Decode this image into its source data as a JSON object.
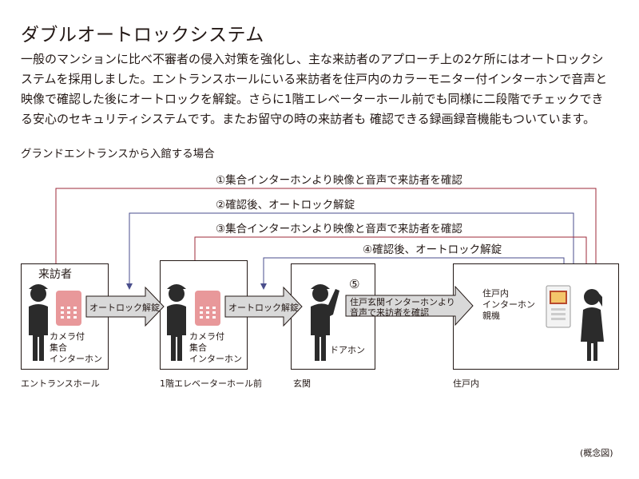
{
  "title": "ダブルオートロックシステム",
  "description": [
    "一般のマンションに比べ不審者の侵入対策を強化し、主な来訪者のアプローチ上の2ケ所にはオートロックシ",
    "ステムを採用しました。エントランスホールにいる来訪者を住戸内のカラーモニター付インターホンで音声と",
    "映像で確認した後にオートロックを解錠。さらに1階エレベーターホール前でも同様に二段階でチェックでき",
    "る安心のセキュリティシステムです。またお留守の時の来訪者も 確認できる録画録音機能もついています。"
  ],
  "subheading": "グランドエントランスから入館する場合",
  "flows": [
    "①集合インターホンより映像と音声で来訪者を確認",
    "②確認後、オートロック解錠",
    "③集合インターホンより映像と音声で来訪者を確認",
    "④確認後、オートロック解錠"
  ],
  "colors": {
    "flow_red": "#9e2a3a",
    "flow_blue": "#4a4e8c",
    "arrow_gray": "#d9d9d9",
    "figure": "#2b2b2b",
    "pad": "#e8989a"
  },
  "stations": {
    "entrance": {
      "visitor_label": "来訪者",
      "intercom": [
        "カメラ付",
        "集合",
        "インターホン"
      ],
      "caption": "エントランスホール"
    },
    "elevator": {
      "intercom": [
        "カメラ付",
        "集合",
        "インターホン"
      ],
      "caption": "1階エレベーターホール前"
    },
    "door": {
      "doorphone": "ドアホン",
      "caption": "玄関"
    },
    "home": {
      "master": [
        "住戸内",
        "インターホン",
        "親機"
      ],
      "caption": "住戸内"
    }
  },
  "arrows": {
    "autolock_1": "オートロック解錠",
    "autolock_2": "オートロック解錠",
    "step5_number": "⑤",
    "step5": [
      "住戸玄関インターホンより",
      "音声で来訪者を確認"
    ]
  },
  "note": "(概念図)"
}
